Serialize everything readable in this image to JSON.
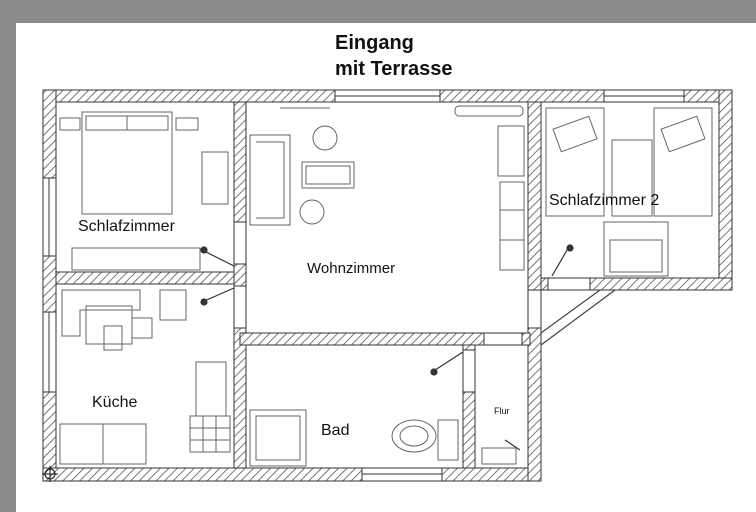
{
  "title": {
    "line1": "Eingang",
    "line2": "mit Terrasse"
  },
  "rooms": {
    "schlafzimmer": "Schlafzimmer",
    "wohnzimmer": "Wohnzimmer",
    "schlafzimmer2": "Schlafzimmer 2",
    "kueche": "Küche",
    "bad": "Bad",
    "flur": "Flur"
  },
  "colors": {
    "background": "#8a8a8a",
    "paper": "#ffffff",
    "wall_hatch": "#555555",
    "furniture": "#666666"
  }
}
